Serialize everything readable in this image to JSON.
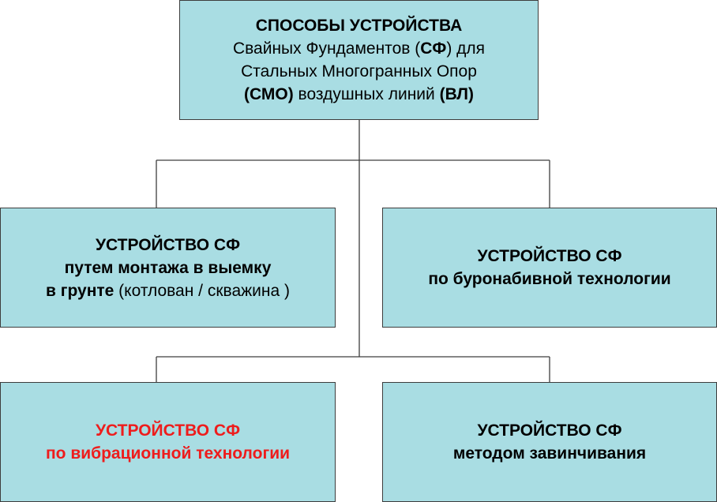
{
  "colors": {
    "box_fill": "#a9dde3",
    "box_border": "#3d3d3d",
    "connector": "#3d3d3d",
    "highlight_text": "#ee1c1c"
  },
  "root": {
    "title": "СПОСОБЫ  УСТРОЙСТВА",
    "l2_a": "Свайных Фундаментов (",
    "l2_b": "СФ",
    "l2_c": ") для",
    "l3": "Стальных Многогранных Опор",
    "l4_a": "(СМО)",
    "l4_b": " воздушных линий ",
    "l4_c": "(ВЛ)"
  },
  "mount": {
    "title": "УСТРОЙСТВО  СФ",
    "l2": "путем монтажа в выемку",
    "l3_a": "в грунте",
    "l3_b": " (котлован / скважина )"
  },
  "bored": {
    "title": "УСТРОЙСТВО  СФ",
    "l2": "по буронабивной технологии"
  },
  "vibro": {
    "title": "УСТРОЙСТВО  СФ",
    "l2": "по вибрационной технологии"
  },
  "screw": {
    "title": "УСТРОЙСТВО  СФ",
    "l2": "методом завинчивания"
  }
}
